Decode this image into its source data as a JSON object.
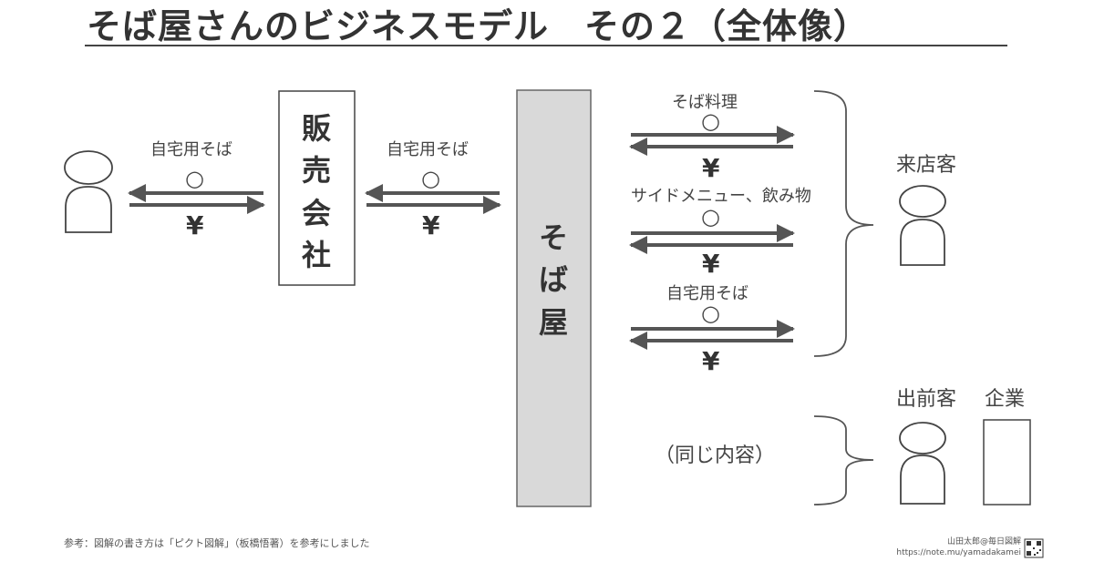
{
  "title": "そば屋さんのビジネスモデル　その２（全体像）",
  "entities": {
    "sales_company": "販売会社",
    "soba_shop": "そば屋",
    "walk_in_customers": "来店客",
    "delivery_customers": "出前客",
    "companies": "企業"
  },
  "flows": {
    "left": {
      "item": "自宅用そば",
      "value_mark": "○",
      "money": "¥"
    },
    "middle": {
      "item": "自宅用そば",
      "value_mark": "○",
      "money": "¥"
    },
    "right": [
      {
        "item": "そば料理",
        "value_mark": "○",
        "money": "¥"
      },
      {
        "item": "サイドメニュー、飲み物",
        "value_mark": "○",
        "money": "¥"
      },
      {
        "item": "自宅用そば",
        "value_mark": "○",
        "money": "¥"
      }
    ]
  },
  "same_content_note": "（同じ内容）",
  "footer": "参考：図解の書き方は「ピクト図解」（板橋悟著）を参考にしました",
  "credit": {
    "name": "山田太郎@毎日図解",
    "url": "https://note.mu/yamadakamei"
  },
  "colors": {
    "line": "#555555",
    "box_fill": "#d9d9d9",
    "text": "#333333"
  }
}
